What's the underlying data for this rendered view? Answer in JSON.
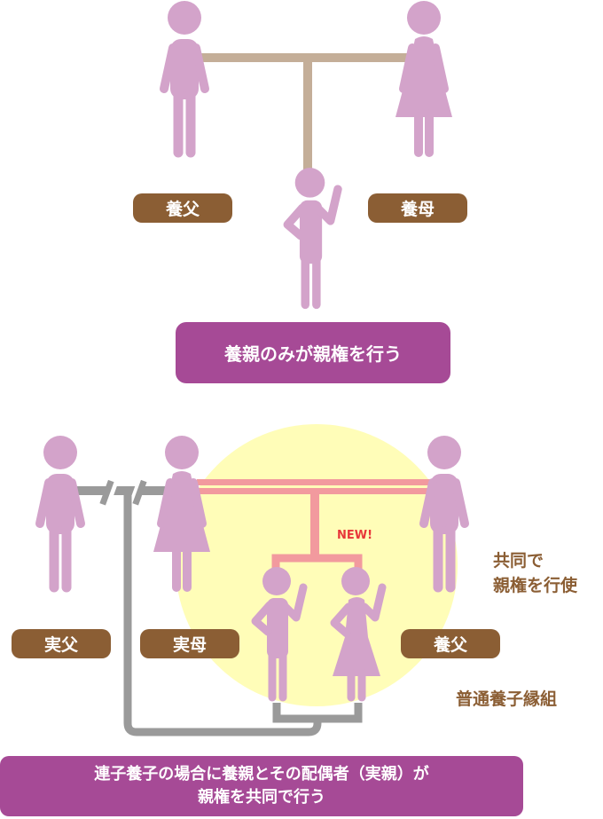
{
  "top": {
    "labels": {
      "father": "養父",
      "mother": "養母"
    },
    "caption": "養親のみが親権を行う"
  },
  "bottom": {
    "labels": {
      "birth_father": "実父",
      "birth_mother": "実母",
      "adoptive_father": "養父"
    },
    "new_badge": "NEW!",
    "joint_note": [
      "共同で",
      "親権を行使"
    ],
    "adoption_type": "普通養子縁組",
    "caption": [
      "連子養子の場合に養親とその配偶者（実親）が",
      "親権を共同で行う"
    ]
  },
  "colors": {
    "figure": "#d3a3ca",
    "label_bg": "#8b5e34",
    "caption_bg": "#a64a96",
    "top_line": "#c4ae98",
    "joint_line": "#f29a9e",
    "severed_line": "#9a9a9a",
    "highlight": "#fffdb8",
    "new": "#e8363a"
  }
}
